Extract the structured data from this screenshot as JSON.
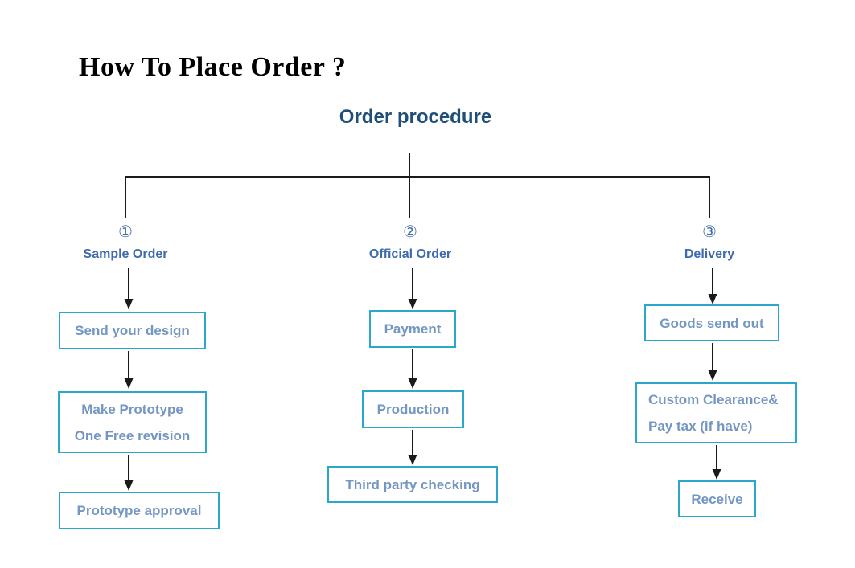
{
  "title": "How To Place Order ?",
  "root": {
    "label": "Order procedure"
  },
  "colors": {
    "title_text": "#000000",
    "root_text": "#1F4E79",
    "branch_text": "#3E6BAE",
    "box_border": "#29A8CC",
    "box_text": "#7496C4",
    "connector": "#1a1a1a"
  },
  "branches": [
    {
      "number": "①",
      "label": "Sample Order",
      "steps": [
        {
          "lines": [
            "Send your design"
          ],
          "align": "center"
        },
        {
          "lines": [
            "Make Prototype",
            "One Free revision"
          ],
          "align": "center"
        },
        {
          "lines": [
            "Prototype approval"
          ],
          "align": "center"
        }
      ]
    },
    {
      "number": "②",
      "label": "Official Order",
      "steps": [
        {
          "lines": [
            "Payment"
          ],
          "align": "center"
        },
        {
          "lines": [
            "Production"
          ],
          "align": "center"
        },
        {
          "lines": [
            "Third party checking"
          ],
          "align": "center"
        }
      ]
    },
    {
      "number": "③",
      "label": "Delivery",
      "steps": [
        {
          "lines": [
            "Goods send out"
          ],
          "align": "center"
        },
        {
          "lines": [
            "Custom Clearance&",
            "Pay tax (if have)"
          ],
          "align": "left"
        },
        {
          "lines": [
            "Receive"
          ],
          "align": "center"
        }
      ]
    }
  ]
}
